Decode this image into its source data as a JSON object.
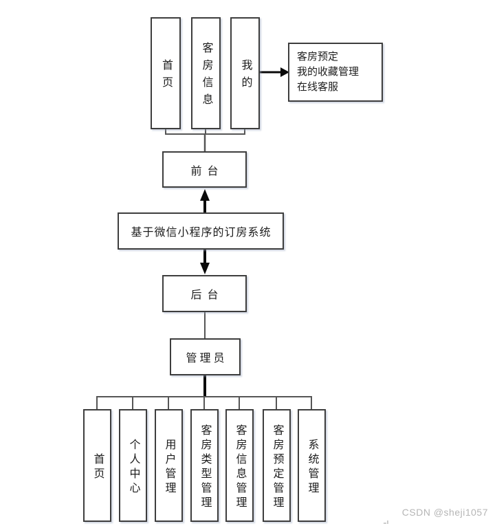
{
  "diagram": {
    "system_title": "基于微信小程序的订房系统",
    "frontend_label": "前台",
    "backend_label": "后台",
    "admin_label": "管理员",
    "top_tabs": [
      {
        "label": "首页"
      },
      {
        "label": "客房信息"
      },
      {
        "label": "我的"
      }
    ],
    "features_box": {
      "lines": [
        "客房预定",
        "我的收藏管理",
        "在线客服"
      ]
    },
    "admin_modules": [
      {
        "label": "首页"
      },
      {
        "label": "个人中心"
      },
      {
        "label": "用户管理"
      },
      {
        "label": "客房类型管理"
      },
      {
        "label": "客房信息管理"
      },
      {
        "label": "客房预定管理"
      },
      {
        "label": "系统管理"
      }
    ]
  },
  "watermark": "CSDN @sheji1057",
  "colors": {
    "border": "#3d3d3d",
    "connector": "#555555",
    "arrow": "#0a0a0a",
    "text": "#1c1c1c",
    "watermark": "#b5b5b5"
  }
}
